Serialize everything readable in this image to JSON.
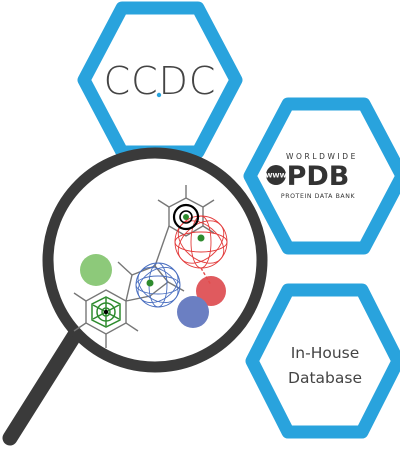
{
  "badges": {
    "ccdc": {
      "label": "CCDC"
    },
    "pdb": {
      "top_text": "WORLDWIDE",
      "www_text": "WWW",
      "main_text": "PDB",
      "bottom_text": "PROTEIN DATA BANK"
    },
    "inhouse": {
      "line1": "In-House",
      "line2": "Database"
    }
  },
  "colors": {
    "hex_border": "#29a3dd",
    "lens_ring": "#3a3a3a",
    "handle": "#3a3a3a",
    "molecule_lines": "#777777",
    "green_sphere": "#8dc97a",
    "red_sphere": "#e05a5e",
    "blue_sphere": "#6b7fc2",
    "green_atom": "#2e8b2e",
    "black_atom": "#000000",
    "red_mesh": "#e33b3b",
    "blue_mesh": "#4a6fc0",
    "dashed_link": "#e34a4a"
  },
  "icons": {
    "magnifier": "magnifying-glass-icon",
    "molecule": "pharmacophore-molecule-icon"
  }
}
